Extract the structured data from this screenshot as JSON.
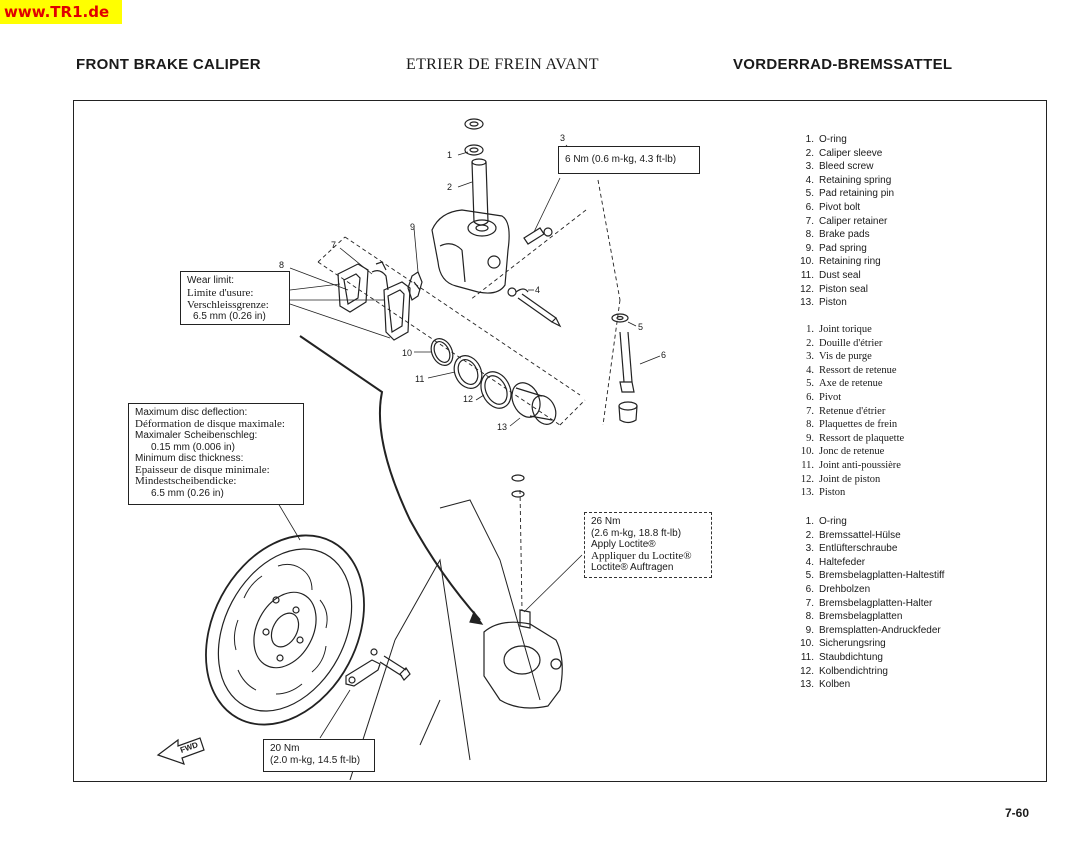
{
  "watermark": "www.TR1.de",
  "headers": {
    "en": "FRONT BRAKE CALIPER",
    "fr": "ETRIER DE FREIN AVANT",
    "de": "VORDERRAD-BREMSSATTEL"
  },
  "torque_top": "6 Nm (0.6 m-kg, 4.3 ft-lb)",
  "wear_limit": {
    "en": "Wear limit:",
    "fr": "Limite d'usure:",
    "de": "Verschleissgrenze:",
    "value": "6.5 mm (0.26 in)"
  },
  "disc_spec": {
    "l1": "Maximum disc deflection:",
    "l2": "Déformation de disque maximale:",
    "l3": "Maximaler Scheibenschleg:",
    "l4": "0.15 mm (0.006 in)",
    "l5": "Minimum disc thickness:",
    "l6": "Epaisseur de disque minimale:",
    "l7": "Mindestscheibendicke:",
    "l8": "6.5 mm (0.26 in)"
  },
  "torque_mid": {
    "l1": "26 Nm",
    "l2": "(2.6 m-kg, 18.8 ft-lb)",
    "l3": "Apply Loctite®",
    "l4": "Appliquer du Loctite®",
    "l5": "Loctite® Auftragen"
  },
  "torque_bottom": {
    "l1": "20 Nm",
    "l2": "(2.0 m-kg, 14.5 ft-lb)"
  },
  "fwd_label": "FWD",
  "parts_en": [
    {
      "n": "1.",
      "t": "O-ring"
    },
    {
      "n": "2.",
      "t": "Caliper sleeve"
    },
    {
      "n": "3.",
      "t": "Bleed screw"
    },
    {
      "n": "4.",
      "t": "Retaining spring"
    },
    {
      "n": "5.",
      "t": "Pad retaining pin"
    },
    {
      "n": "6.",
      "t": "Pivot bolt"
    },
    {
      "n": "7.",
      "t": "Caliper retainer"
    },
    {
      "n": "8.",
      "t": "Brake pads"
    },
    {
      "n": "9.",
      "t": "Pad spring"
    },
    {
      "n": "10.",
      "t": "Retaining ring"
    },
    {
      "n": "11.",
      "t": "Dust seal"
    },
    {
      "n": "12.",
      "t": "Piston seal"
    },
    {
      "n": "13.",
      "t": "Piston"
    }
  ],
  "parts_fr": [
    {
      "n": "1.",
      "t": "Joint torique"
    },
    {
      "n": "2.",
      "t": "Douille d'étrier"
    },
    {
      "n": "3.",
      "t": "Vis de purge"
    },
    {
      "n": "4.",
      "t": "Ressort de retenue"
    },
    {
      "n": "5.",
      "t": "Axe de retenue"
    },
    {
      "n": "6.",
      "t": "Pivot"
    },
    {
      "n": "7.",
      "t": "Retenue d'étrier"
    },
    {
      "n": "8.",
      "t": "Plaquettes de frein"
    },
    {
      "n": "9.",
      "t": "Ressort de plaquette"
    },
    {
      "n": "10.",
      "t": "Jonc de retenue"
    },
    {
      "n": "11.",
      "t": "Joint anti-poussière"
    },
    {
      "n": "12.",
      "t": "Joint de piston"
    },
    {
      "n": "13.",
      "t": "Piston"
    }
  ],
  "parts_de": [
    {
      "n": "1.",
      "t": "O-ring"
    },
    {
      "n": "2.",
      "t": "Bremssattel-Hülse"
    },
    {
      "n": "3.",
      "t": "Entlüfterschraube"
    },
    {
      "n": "4.",
      "t": "Haltefeder"
    },
    {
      "n": "5.",
      "t": "Bremsbelagplatten-Haltestiff"
    },
    {
      "n": "6.",
      "t": "Drehbolzen"
    },
    {
      "n": "7.",
      "t": "Bremsbelagplatten-Halter"
    },
    {
      "n": "8.",
      "t": "Bremsbelagplatten"
    },
    {
      "n": "9.",
      "t": "Bremsplatten-Andruckfeder"
    },
    {
      "n": "10.",
      "t": "Sicherungsring"
    },
    {
      "n": "11.",
      "t": "Staubdichtung"
    },
    {
      "n": "12.",
      "t": "Kolbendichtring"
    },
    {
      "n": "13.",
      "t": "Kolben"
    }
  ],
  "callouts": [
    "1",
    "2",
    "3",
    "4",
    "5",
    "6",
    "7",
    "8",
    "9",
    "10",
    "11",
    "12",
    "13"
  ],
  "page_number": "7-60"
}
